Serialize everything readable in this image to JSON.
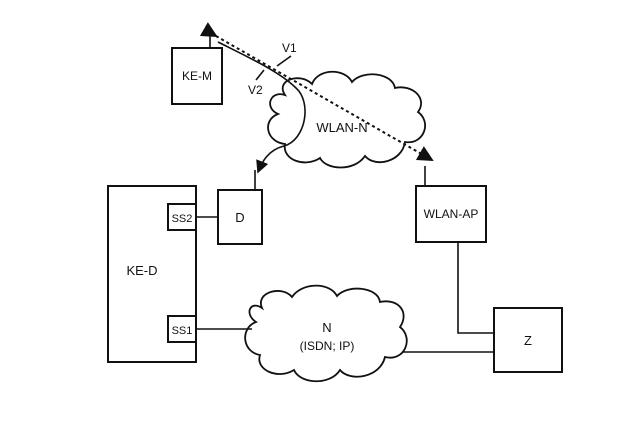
{
  "nodes": {
    "ke_m": "KE-M",
    "ke_d": "KE-D",
    "ss1": "SS1",
    "ss2": "SS2",
    "d": "D",
    "wlan_ap": "WLAN-AP",
    "z": "Z"
  },
  "clouds": {
    "wlan_n": "WLAN-N",
    "network_name": "N",
    "network_detail": "(ISDN; IP)"
  },
  "links": {
    "v1": "V1",
    "v2": "V2"
  }
}
